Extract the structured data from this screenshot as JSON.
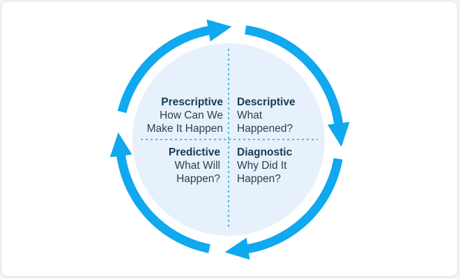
{
  "colors": {
    "arrow": "#10a8ef",
    "circle_fill": "#e6f1fb",
    "divider": "#2fa3d6",
    "title_text": "#173b55",
    "sub_text": "#2c3e50"
  },
  "quadrants": {
    "prescriptive": {
      "title": "Prescriptive",
      "subtitle": "How Can We\nMake It Happen"
    },
    "descriptive": {
      "title": "Descriptive",
      "subtitle": "What\nHappened?"
    },
    "predictive": {
      "title": "Predictive",
      "subtitle": "What Will\nHappen?"
    },
    "diagnostic": {
      "title": "Diagnostic",
      "subtitle": "Why Did It\nHappen?"
    }
  }
}
